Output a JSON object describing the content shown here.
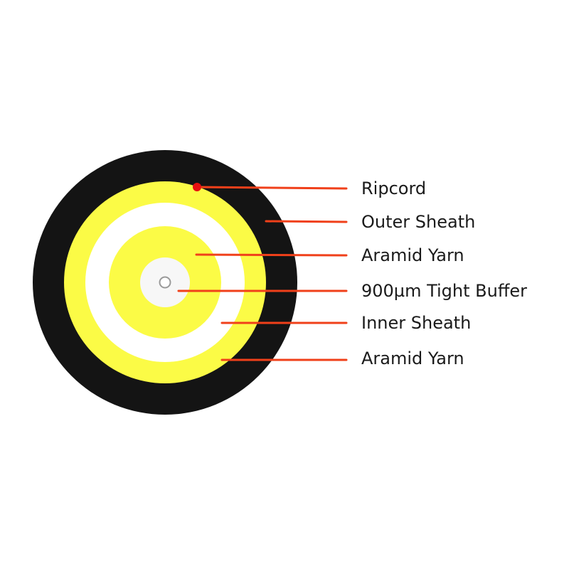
{
  "labels": [
    "Ripcord",
    "Outer Sheath",
    "Aramid Yarn",
    "900µm Tight Buffer",
    "Inner Sheath",
    "Aramid Yarn"
  ],
  "colors": {
    "outer_sheath": "#141414",
    "aramid_yarn": "#fbfb46",
    "inner_sheath": "#ffffff",
    "tight_buffer": "#f7f7f7",
    "fiber_outline": "#9a9a9a",
    "leader_line": "#f0401a",
    "ripcord": "#e81010",
    "text": "#1a1a1a"
  }
}
